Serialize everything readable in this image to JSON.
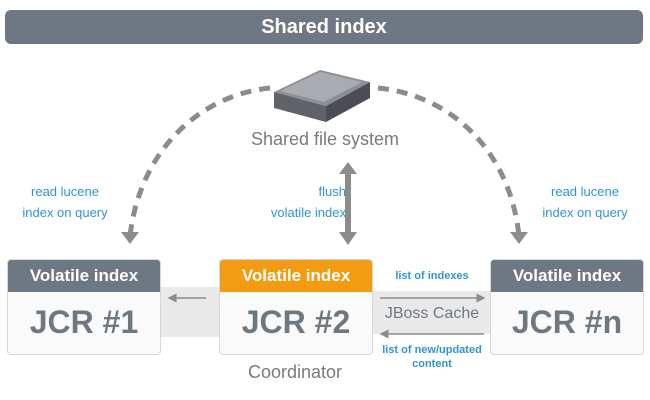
{
  "header": {
    "title": "Shared index"
  },
  "storage": {
    "label": "Shared file system"
  },
  "annotations": {
    "left_read": [
      "read lucene",
      "index on query"
    ],
    "flush": [
      "flush",
      "volatile index"
    ],
    "right_read": [
      "read lucene",
      "index on query"
    ]
  },
  "nodes": [
    {
      "header": "Volatile index",
      "name": "JCR #1"
    },
    {
      "header": "Volatile index",
      "name": "JCR #2"
    },
    {
      "header": "Volatile index",
      "name": "JCR #n"
    }
  ],
  "coordinator_label": "Coordinator",
  "jboss": {
    "label": "JBoss Cache",
    "top_note": "list of indexes",
    "bottom_note": [
      "list of new/updated",
      "content"
    ]
  },
  "colors": {
    "header_gray": "#6e7882",
    "coordinator_orange": "#f39c12",
    "annotation_blue": "#2f95d1",
    "arrow_gray": "#8c8c8c"
  },
  "icons": [
    "hard-disk-icon",
    "dashed-arc-arrow",
    "double-arrow"
  ]
}
